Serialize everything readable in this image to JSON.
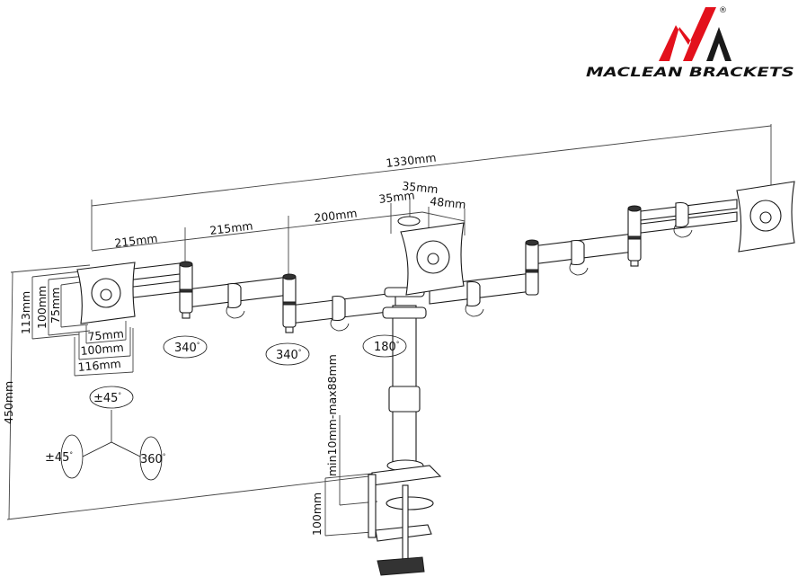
{
  "brand": {
    "name": "MACLEAN BRACKETS",
    "registered_mark": "®",
    "colors": {
      "red": "#e3111c",
      "black": "#1a1a1a"
    }
  },
  "dimensions": {
    "total_width": "1330mm",
    "arm_segment_1": "215mm",
    "arm_segment_2": "215mm",
    "arm_segment_3": "200mm",
    "pole_offset_a": "35mm",
    "pole_offset_b": "35mm",
    "plate_offset": "48mm",
    "total_height": "450mm",
    "clamp_height": "100mm",
    "desk_thickness": "min10mm-max88mm",
    "vesa_height_outer": "113mm",
    "vesa_height_100": "100mm",
    "vesa_height_75": "75mm",
    "vesa_width_75": "75mm",
    "vesa_width_100": "100mm",
    "vesa_width_outer": "116mm"
  },
  "rotations": {
    "arm_joint_1": "340",
    "arm_joint_2": "340",
    "pole_joint": "180",
    "tilt": "±45",
    "swivel": "±45",
    "rotate": "360",
    "degree_symbol": "°"
  }
}
